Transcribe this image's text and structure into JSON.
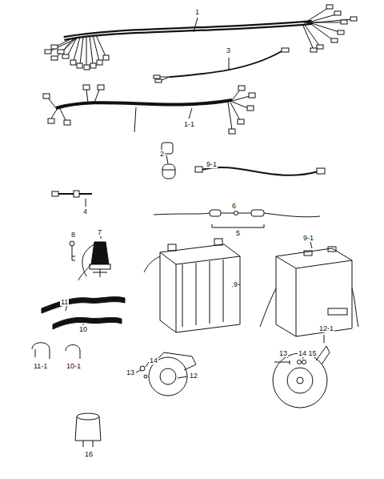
{
  "diagram": {
    "labels": [
      "1",
      "3",
      "1-1",
      "2",
      "9-1",
      "4",
      "6",
      "5",
      "8",
      "7",
      "9",
      "9-1",
      "11",
      "10",
      "11-1",
      "10-1",
      "13",
      "14",
      "12",
      "13",
      "14 15",
      "12-1",
      "16"
    ]
  }
}
